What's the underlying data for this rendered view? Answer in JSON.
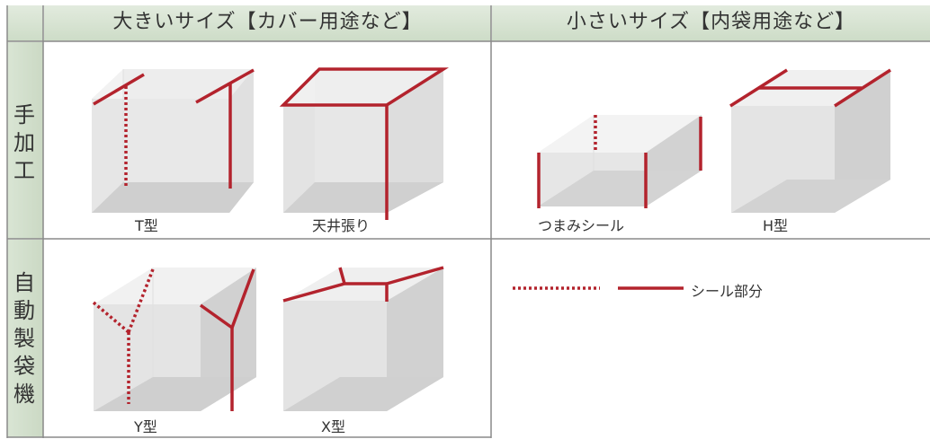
{
  "headers": {
    "large": "大きいサイズ【カバー用途など】",
    "small": "小さいサイズ【内袋用途など】"
  },
  "rows": {
    "manual": [
      "手",
      "加",
      "工"
    ],
    "auto": [
      "自",
      "動",
      "製",
      "袋",
      "機"
    ]
  },
  "captions": {
    "t_type": "T型",
    "ceiling": "天井張り",
    "pinch": "つまみシール",
    "h_type": "H型",
    "y_type": "Y型",
    "x_type": "X型"
  },
  "legend": {
    "label": "シール部分"
  },
  "colors": {
    "header_bg": "#d6e3d1",
    "side_bg": "#d6e3d1",
    "seal": "#b3232d",
    "grid": "#7f7f7f",
    "box_face_light": "#ececec",
    "box_face_mid": "#dadada",
    "box_face_dark": "#cbcbcb"
  }
}
